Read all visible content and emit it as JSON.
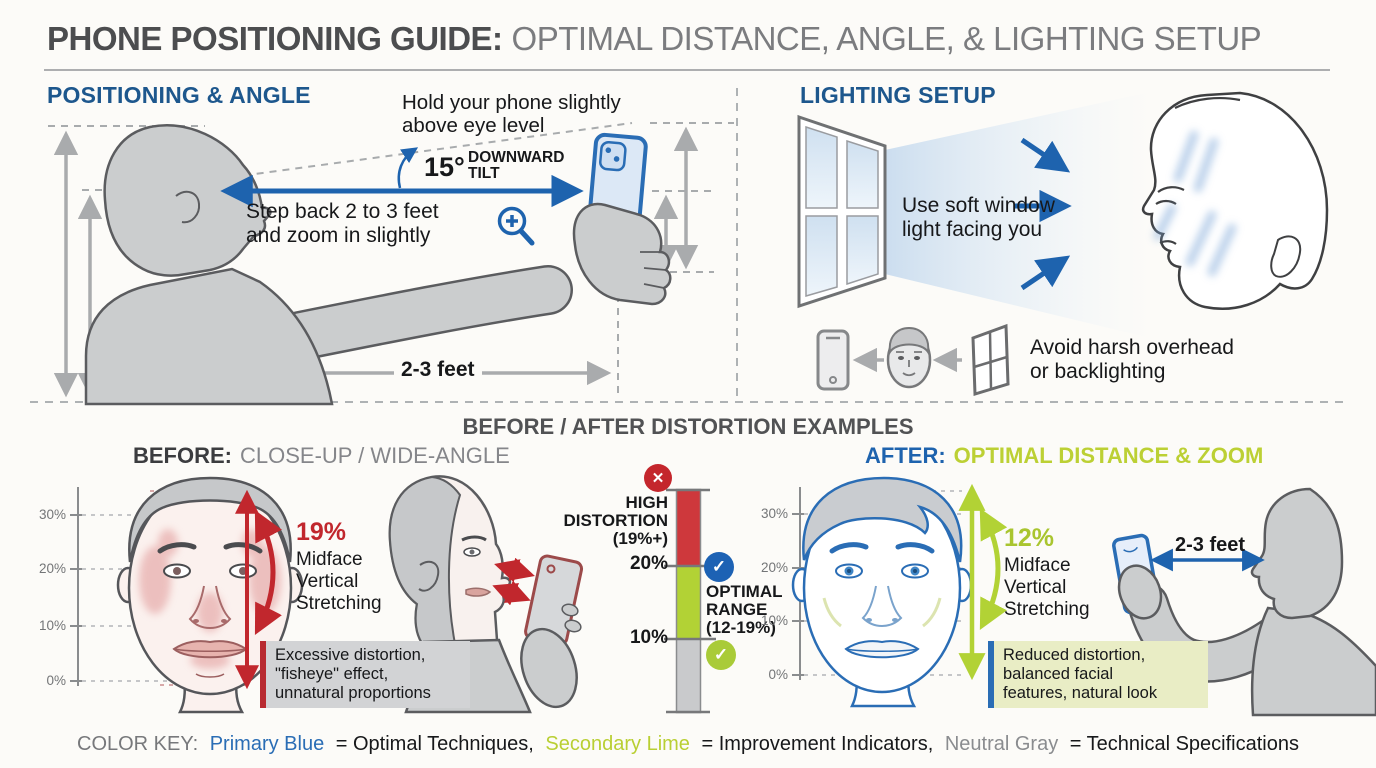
{
  "title": {
    "strong": "PHONE POSITIONING GUIDE:",
    "light": "OPTIMAL DISTANCE, ANGLE, & LIGHTING SETUP"
  },
  "positioning": {
    "heading": "POSITIONING & ANGLE",
    "hold_note": [
      "Hold your phone slightly",
      "above eye level"
    ],
    "tilt_value": "15°",
    "tilt_label": [
      "DOWNWARD",
      "TILT"
    ],
    "step_note": [
      "Step back 2 to 3 feet",
      "and zoom in slightly"
    ],
    "distance_label": "2-3 feet"
  },
  "lighting": {
    "heading": "LIGHTING SETUP",
    "soft_note": [
      "Use soft window",
      "light facing you"
    ],
    "avoid_note": [
      "Avoid harsh overhead",
      "or backlighting"
    ]
  },
  "examples": {
    "heading": "BEFORE / AFTER DISTORTION EXAMPLES",
    "before": {
      "label": "BEFORE:",
      "sublabel": "CLOSE-UP / WIDE-ANGLE",
      "scale_ticks": [
        "30%",
        "20%",
        "10%",
        "0%"
      ],
      "percent": "19%",
      "metric": [
        "Midface",
        "Vertical",
        "Stretching"
      ],
      "note": [
        "Excessive distortion,",
        "\"fisheye\" effect,",
        "unnatural proportions"
      ]
    },
    "meter": {
      "high_label": [
        "HIGH",
        "DISTORTION",
        "(19%+)"
      ],
      "tick_20": "20%",
      "tick_10": "10%",
      "optimal_label": [
        "OPTIMAL",
        "RANGE",
        "(12-19%)"
      ],
      "fail_glyph": "✕",
      "pass_glyph": "✓"
    },
    "after": {
      "label": "AFTER:",
      "sublabel": "OPTIMAL DISTANCE & ZOOM",
      "scale_ticks": [
        "30%",
        "20%",
        "10%",
        "0%"
      ],
      "percent": "12%",
      "metric": [
        "Midface",
        "Vertical",
        "Stretching"
      ],
      "note": [
        "Reduced distortion,",
        "balanced facial",
        "features, natural look"
      ],
      "distance_label": "2-3 feet"
    }
  },
  "color_key": {
    "label": "COLOR KEY:",
    "blue_name": "Primary Blue",
    "blue_desc": "= Optimal Techniques,",
    "lime_name": "Secondary Lime",
    "lime_desc": "= Improvement Indicators,",
    "gray_name": "Neutral Gray",
    "gray_desc": "= Technical Specifications"
  },
  "colors": {
    "primary_blue": "#1e63ae",
    "heading_blue": "#1d578d",
    "secondary_lime": "#b2d235",
    "neutral_gray": "#8a8c8e",
    "alert_red": "#c1272d"
  }
}
